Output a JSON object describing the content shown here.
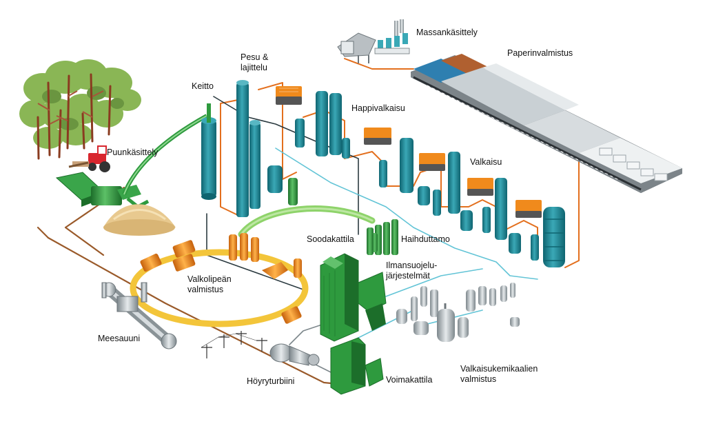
{
  "labels": {
    "massankasittely": "Massankäsittely",
    "paperinvalmistus": "Paperinvalmistus",
    "pesu_line1": "Pesu &",
    "pesu_line2": "lajittelu",
    "keitto": "Keitto",
    "happivalkaisu": "Happivalkaisu",
    "puunkasittely": "Puunkäsittely",
    "valkaisu": "Valkaisu",
    "soodakattila": "Soodakattila",
    "haihduttamo": "Haihduttamo",
    "ilmansuojelu_line1": "Ilmansuojelu-",
    "ilmansuojelu_line2": "järjestelmät",
    "valkolipea_line1": "Valkolipeän",
    "valkolipea_line2": "valmistus",
    "meesauuni": "Meesauuni",
    "valkaisukemikaalien_line1": "Valkaisukemikaalien",
    "valkaisukemikaalien_line2": "valmistus",
    "hoyryturbiini": "Höyryturbiini",
    "voimakattila": "Voimakattila"
  },
  "colors": {
    "teal": "#1f8a99",
    "teal_dark": "#0f6470",
    "teal_light": "#58b7c3",
    "green": "#2e9a3e",
    "green_dark": "#1c6e2a",
    "green_light": "#63c16d",
    "orange": "#f08a1c",
    "orange_dark": "#c5600c",
    "yellow": "#f3c53a",
    "chip_pile": "#e8c98f",
    "pipe_orange": "#e36f1d",
    "pipe_brown": "#9a5a2a",
    "pipe_cyan": "#62c4d6",
    "pipe_dark": "#2b3a40",
    "pipe_green": "#3aa54a",
    "gray": "#9aa3a8",
    "gray_light": "#d7dcdf",
    "tree_leaf": "#7ea84a",
    "tree_trunk": "#8a3b20"
  }
}
